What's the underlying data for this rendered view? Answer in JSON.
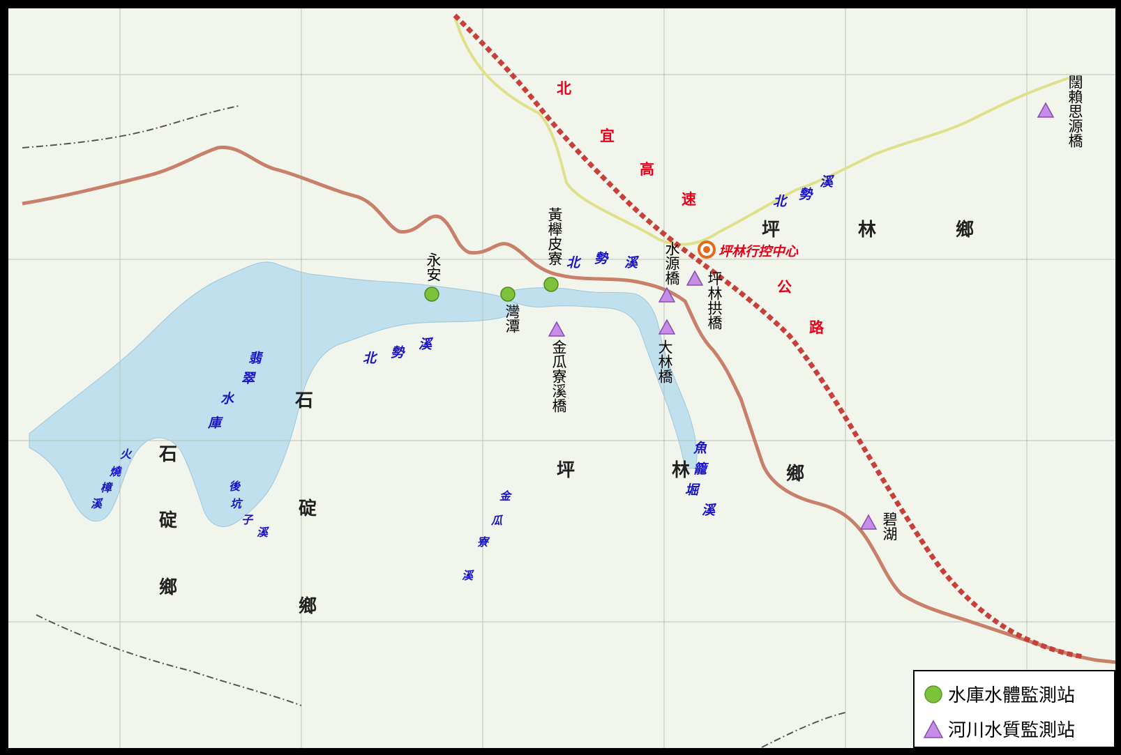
{
  "legend": {
    "reservoir_label": "水庫水體監測站",
    "river_label": "河川水質監測站"
  },
  "colors": {
    "reservoir_marker": "#7dc23a",
    "river_marker": "#c58ce8",
    "river_text": "#1a14c8",
    "highway": "#c8403a",
    "center": "#e36a1a"
  },
  "control_center": {
    "label": "坪林行控中心"
  },
  "reservoir_stations": [
    {
      "id": "yongan",
      "label": "永安"
    },
    {
      "id": "wantan",
      "label": "灣潭"
    },
    {
      "id": "huangjupiliao",
      "label": "黃櫸皮寮"
    }
  ],
  "river_stations": [
    {
      "id": "jinguaaliao",
      "label": "金瓜寮溪橋"
    },
    {
      "id": "shuiyuan",
      "label": "水源橋"
    },
    {
      "id": "pinglingonggiao",
      "label": "坪林拱橋"
    },
    {
      "id": "dalin",
      "label": "大林橋"
    },
    {
      "id": "bihu",
      "label": "碧湖"
    },
    {
      "id": "kuolaisiyuan",
      "label": "闊賴思源橋"
    }
  ],
  "highway_chars": [
    "北",
    "宜",
    "高",
    "速",
    "公",
    "路"
  ],
  "rivers": {
    "beishi_1": [
      "北",
      "勢",
      "溪"
    ],
    "beishi_2": [
      "北",
      "勢",
      "溪"
    ],
    "beishi_3": [
      "北",
      "勢",
      "溪"
    ],
    "feicui": [
      "翡",
      "翠",
      "水",
      "庫"
    ],
    "huoshao": [
      "火",
      "燒",
      "樟",
      "溪"
    ],
    "houkengzi": [
      "後",
      "坑",
      "子",
      "溪"
    ],
    "jingualiao": [
      "金",
      "瓜",
      "寮",
      "溪"
    ],
    "yuguangjue": [
      "魚",
      "籠",
      "堀",
      "溪"
    ]
  },
  "towns": {
    "shiding": [
      "石",
      "碇",
      "鄉"
    ],
    "shiding2": [
      "石",
      "碇",
      "鄉"
    ],
    "pinglin": [
      "坪",
      "林",
      "鄉"
    ],
    "pinglin2": [
      "坪",
      "林",
      "鄉"
    ]
  }
}
